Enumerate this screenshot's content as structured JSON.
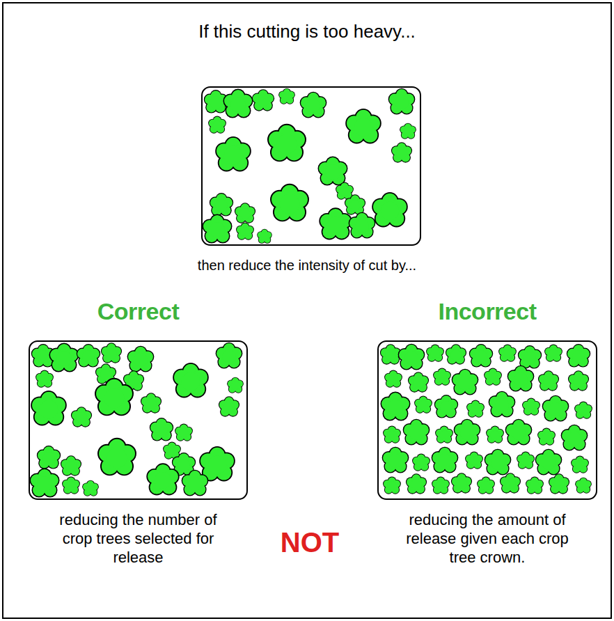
{
  "diagram": {
    "title": "If this cutting is too heavy...",
    "nodes": [
      {
        "text": [
          "Correct",
          "reducing the number of crop trees selected for release"
        ]
      },
      {
        "text": [
          "Incorrect",
          "reducing the amount of release given each crop tree crown."
        ]
      }
    ],
    "labels": [
      "then reduce the intensity of cut by...",
      "NOT"
    ]
  }
}
